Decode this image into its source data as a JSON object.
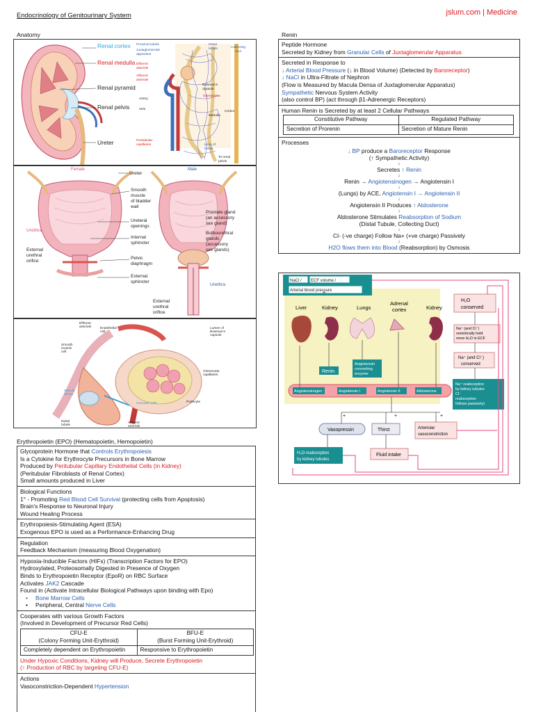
{
  "header": {
    "title": "Endocrinology of Genitourinary System",
    "brand": "jslum.com | Medicine"
  },
  "anatomy": {
    "label": "Anatomy",
    "kidney_labels": [
      "Renal cortex",
      "Renal medulla",
      "Renal pyramid",
      "Renal pelvis",
      "Ureter"
    ],
    "nephron_labels": [
      "Proximal tubule",
      "Juxtaglomerular apparatus",
      "Efferent arteriole",
      "Afferent arteriole",
      "Artery",
      "Vein",
      "Peritubular capillaries",
      "Distal tubule",
      "Collecting duct",
      "Bowman's capsule",
      "Glomerulus",
      "Cortex",
      "Medulla",
      "Loop of Henle",
      "To renal pelvis"
    ],
    "bladder_labels": [
      "Female",
      "Male",
      "Ureter",
      "Smooth muscle of bladder wall",
      "Ureteral openings",
      "Internal sphincter",
      "Pelvic diaphragm",
      "External sphincter",
      "Prostate gland (an accessory sex gland)",
      "Bulbourethral glands (accessory sex glands)",
      "Urethra",
      "Urethra",
      "External urethral orifice",
      "External urethral orifice"
    ],
    "jga_labels": [
      "Efferent arteriole",
      "Endothelial cell",
      "Lumen of Bowman's capsule",
      "Smooth muscle cell",
      "Glomerular capillaries",
      "Macula densa",
      "Granular cells",
      "Podocyte",
      "Distal tubule",
      "Afferent arteriole"
    ]
  },
  "epo": {
    "label": "Erythropoietin (EPO) (Hematopoietin, Hemopoietin)",
    "intro": {
      "l1a": "Glycoprotein Hormone that ",
      "l1b": "Controls Erythropoiesis",
      "l2": "Is a Cytokine for Erythrocyte Precursors in Bone Marrow",
      "l3a": "Produced by ",
      "l3b": "Peritubular Capillary Endothelial Cells (in Kidney)",
      "l4": "(Peritubular Fibroblasts of Renal Cortex)",
      "l5": "Small amounts produced in Liver"
    },
    "bio": {
      "title": "Biological Functions",
      "l1a": "1° - Promoting ",
      "l1b": "Red Blood Cell Survival",
      "l1c": " (protecting cells from Apoptosis)",
      "l2": "Brain's Response to Neuronal Injury",
      "l3": "Wound Healing Process"
    },
    "esa": {
      "l1": "Erythropoiesis-Stimulating Agent (ESA)",
      "l2": "Exogenous EPO is used as a Performance-Enhancing Drug"
    },
    "reg": {
      "title": "Regulation",
      "l1": "Feedback Mechanism (measuring Blood Oxygenation)"
    },
    "hif": {
      "l1": "Hypoxia-Inducible Factors (HIFs) (Transcription Factors for EPO)",
      "l2": "Hydroxylated, Proteosomally Digested in Presence of Oxygen",
      "l3": "Binds to Erythropoietin Receptor (EpoR) on RBC Surface",
      "l4a": "Activates ",
      "l4b": "JAK2",
      "l4c": " Cascade",
      "l5": "Found in (Activate Intracellular Biological Pathways upon binding with Epo)",
      "b1": "Bone Marrow Cells",
      "b2a": "Peripheral, Central ",
      "b2b": "Nerve Cells"
    },
    "coop": {
      "l1": "Cooperates with various Growth Factors",
      "l2": "(Involved in Development of Precursor Red Cells)",
      "table": {
        "h1a": "CFU-E",
        "h1b": "(Colony Forming Unit-Erythroid)",
        "h2a": "BFU-E",
        "h2b": "(Burst Forming Unit-Erythroid)",
        "c1": "Completely dependent on Erythropoietin",
        "c2": "Responsive to Erythropoietin"
      },
      "r1": "Under Hypoxic Conditions, Kidney will Produce, Secrete Erythropoietin",
      "r2": "(↑ Production of RBC by targeting CFU-E)"
    },
    "actions": {
      "title": "Actions",
      "l1a": "Vasoconstriction-Dependent ",
      "l1b": "Hypertension"
    }
  },
  "renin": {
    "label": "Renin",
    "hormone": {
      "title": "Peptide Hormone",
      "l1a": "Secreted by Kidney from ",
      "l1b": "Granular Cells",
      "l1c": " of ",
      "l1d": "Juxtaglomerular Apparatus"
    },
    "response": {
      "title": "Secreted in Response to",
      "l1a": "↓ Arterial Blood Pressure",
      "l1b": " (↓ in Blood Volume) (Detected by ",
      "l1c": "Baroreceptor",
      "l1d": ")",
      "l2a": "↓ NaCl",
      "l2b": " in Ultra-Filtrate of Nephron",
      "l3": "(Flow is Measured by Macula Densa of Juxtaglomerular Apparatus)",
      "l4a": "Sympathetic",
      "l4b": " Nervous System Activity",
      "l5": "(also control BP) (act through β1-Adrenergic Receptors)"
    },
    "pathways": {
      "title": "Human Renin is Secreted by at least 2 Cellular Pathways",
      "h1": "Constitutive Pathway",
      "h2": "Regulated Pathway",
      "c1": "Secretion of Prorenin",
      "c2": "Secretion of Mature Renin"
    },
    "processes": {
      "title": "Processes",
      "p1a": "↓ BP",
      "p1b": " produce a ",
      "p1c": "Baroreceptor",
      "p1d": " Response",
      "p2": "(↑ Sympathetic Activity)",
      "p3a": "Secretes ",
      "p3b": "↑ Renin",
      "p4a": "Renin → ",
      "p4b": "Angiotensinogen",
      "p4c": " → Angiotensin I",
      "p5a": "(Lungs) by ACE, ",
      "p5b": "Angiotensin I → Angiotensin II",
      "p6a": "Angiotensin II Produces ",
      "p6b": "↑ Aldosterone",
      "p7a": "Aldosterone Stimulates ",
      "p7b": "Reabsorption of Sodium",
      "p8": "(Distal Tubule, Collecting Duct)",
      "p9": "Cl- (-ve charge) Follow Na+ (+ve charge) Passively",
      "p10a": "H2O flows them into Blood",
      "p10b": " (Reabsorption) by Osmosis",
      "arrow": "↓"
    },
    "diagram": {
      "top1": "NaCl /",
      "top2": "ECF volume /",
      "top3": "Arterial blood pressure",
      "liver": "Liver",
      "kidney": "Kidney",
      "lungs": "Lungs",
      "adrenal1": "Adrenal",
      "adrenal2": "cortex",
      "kidney2": "Kidney",
      "renin": "Renin",
      "ace1": "Angiotensin",
      "ace2": "converting",
      "ace3": "enzyme",
      "agtn": "Angiotensinogen",
      "ang1": "Angiotensin I",
      "ang2": "Angiotensin II",
      "aldo": "Aldosterone",
      "h2o_cons1": "H₂O",
      "h2o_cons2": "conserved",
      "na_cl1": "Na⁺ (and Cl⁻)",
      "na_cl2": "osmotically hold",
      "na_cl3": "more H₂O in ECF",
      "na_cons1": "Na⁺ (and Cl⁻)",
      "na_cons2": "conserved",
      "reab1": "Na⁺ reabsorption",
      "reab2": "by kidney tubules",
      "reab3": "Cl⁻",
      "reab4": "reabsorption",
      "reab5": "follows passively)",
      "vaso": "Vasopressin",
      "thirst": "Thirst",
      "art1": "Arteriolar",
      "art2": "vasoconstriction",
      "h2o_reab1": "H₂O reabsorption",
      "h2o_reab2": "by kidney tubules",
      "fluid": "Fluid intake",
      "plus": "+"
    }
  },
  "colors": {
    "blue": "#2a5db0",
    "red": "#d8191c",
    "teal": "#1a8f91",
    "cream": "#f7f2c2",
    "pink": "#e6457c"
  }
}
